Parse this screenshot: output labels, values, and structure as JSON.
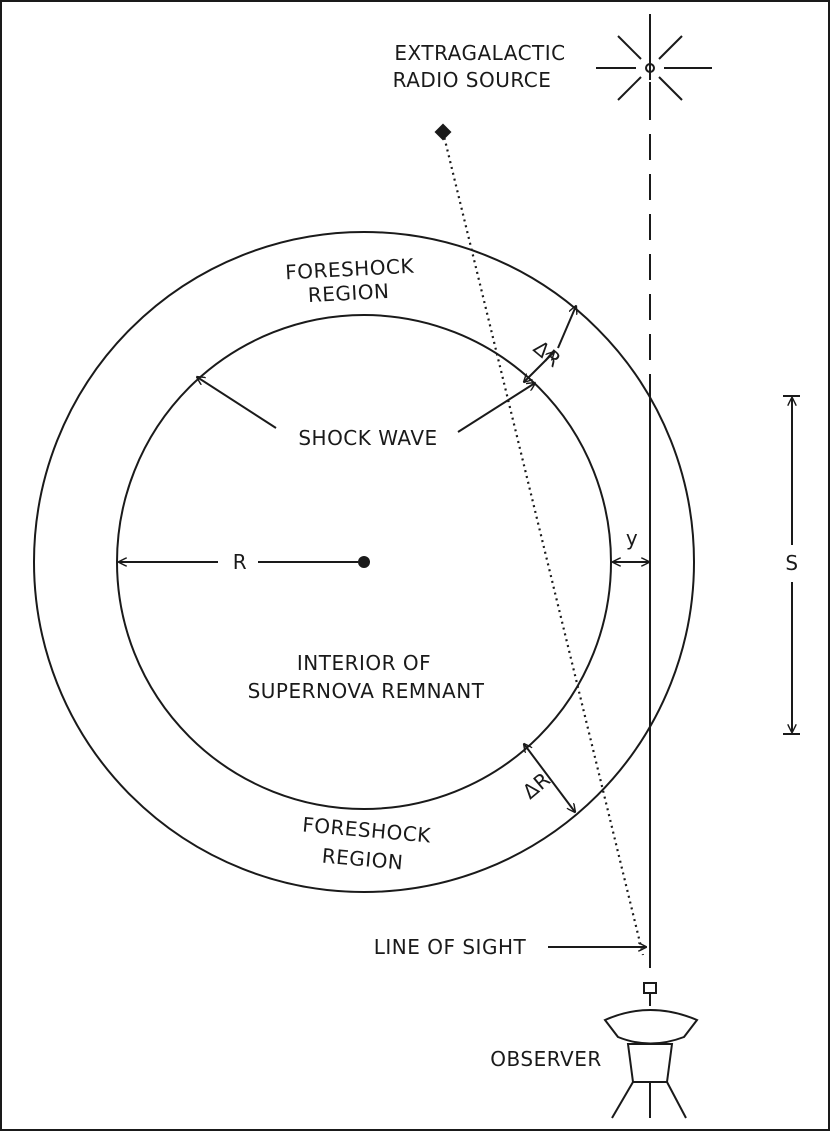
{
  "labels": {
    "source_line1": "EXTRAGALACTIC",
    "source_line2": "RADIO SOURCE",
    "foreshock_top_line1": "FORESHOCK",
    "foreshock_top_line2": "REGION",
    "delta_r_top": "ΔR",
    "shock_wave": "SHOCK WAVE",
    "radius": "R",
    "y": "y",
    "s": "S",
    "interior_line1": "INTERIOR OF",
    "interior_line2": "SUPERNOVA REMNANT",
    "delta_r_bottom": "ΔR",
    "foreshock_bottom_line1": "FORESHOCK",
    "foreshock_bottom_line2": "REGION",
    "line_of_sight": "LINE OF SIGHT",
    "observer": "OBSERVER"
  },
  "icons": {
    "source": "radio-source-star-icon",
    "observer": "radio-telescope-icon"
  },
  "colors": {
    "ink": "#1a1a1a",
    "background": "#ffffff"
  }
}
